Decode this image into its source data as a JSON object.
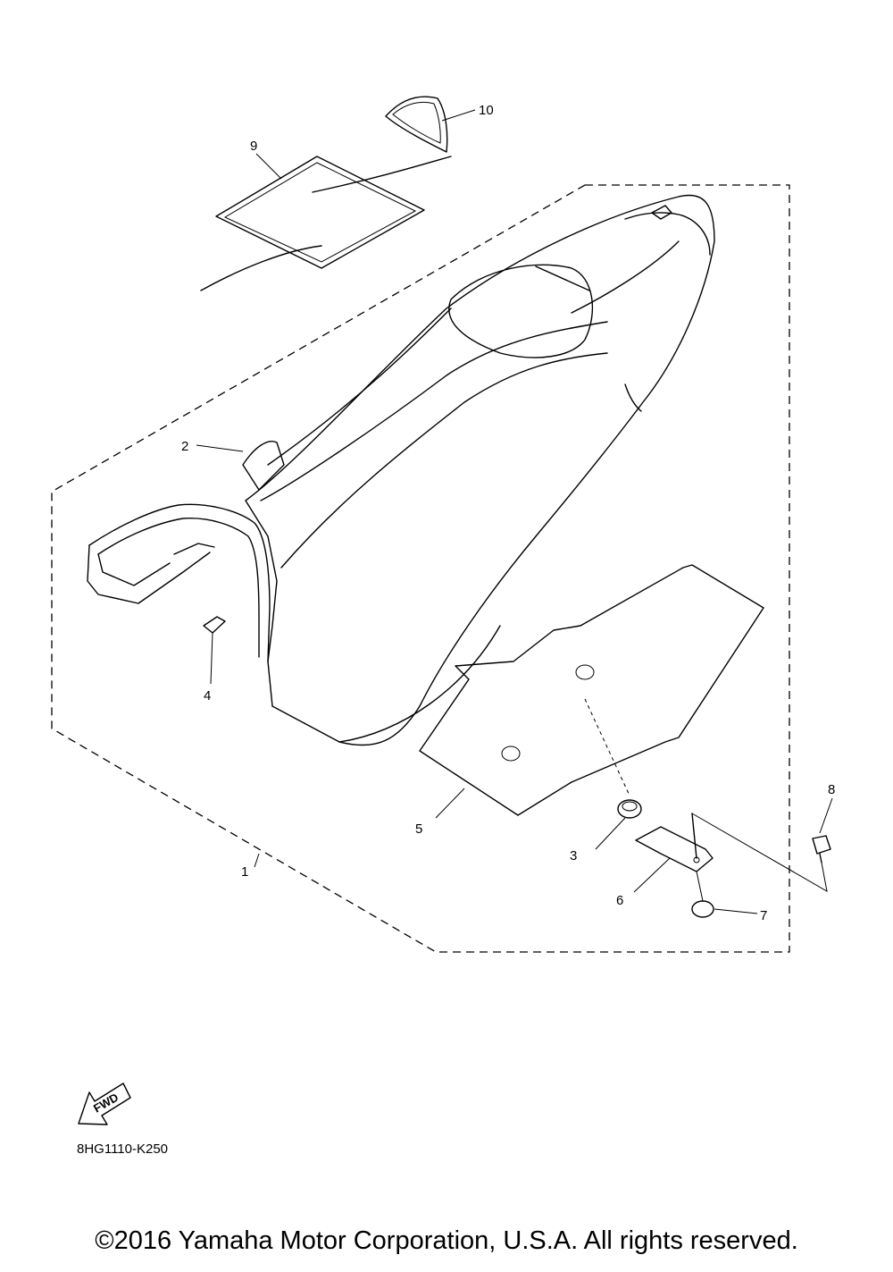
{
  "diagram": {
    "callouts": [
      "1",
      "2",
      "3",
      "4",
      "5",
      "6",
      "7",
      "8",
      "9",
      "10"
    ],
    "part_code": "8HG1110-K250",
    "fwd_label": "FWD"
  },
  "footer": {
    "copyright": "©2016 Yamaha Motor Corporation, U.S.A. All rights reserved."
  }
}
